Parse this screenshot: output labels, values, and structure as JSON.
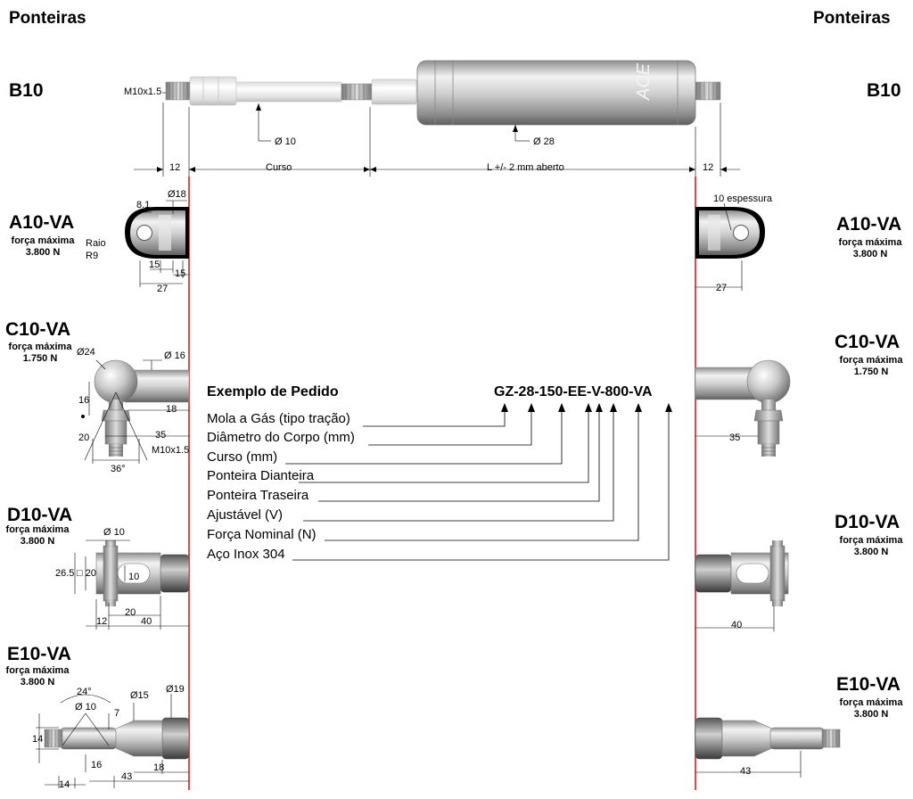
{
  "header": {
    "left_title": "Ponteiras",
    "right_title": "Ponteiras"
  },
  "b10": {
    "code": "B10",
    "thread": "M10x1.5",
    "rod_diameter": "Ø 10",
    "body_diameter": "Ø 28",
    "left_end": "12",
    "stroke": "Curso",
    "length": "L +/- 2 mm aberto",
    "right_end": "12",
    "body_brand": "ACE"
  },
  "ends": [
    {
      "code": "A10-VA",
      "force_label": "força máxima",
      "force_value": "3.800 N",
      "left_dims": {
        "d1": "8.1",
        "d2": "Ø18",
        "radius_label": "Raio",
        "radius_value": "R9",
        "d3": "15",
        "d4": "15",
        "d5": "27"
      },
      "right_dims": {
        "thickness": "10 espessura",
        "length": "27"
      }
    },
    {
      "code": "C10-VA",
      "force_label": "força máxima",
      "force_value": "1.750 N",
      "left_dims": {
        "ball": "Ø24",
        "neck": "Ø 16",
        "d1": "16",
        "d2": "18",
        "d3": "20",
        "d4": "35",
        "thread": "M10x1.5",
        "angle": "36°"
      },
      "right_dims": {
        "length": "35"
      }
    },
    {
      "code": "D10-VA",
      "force_label": "força máxima",
      "force_value": "3.800 N",
      "left_dims": {
        "pin": "Ø 10",
        "d1": "26.5",
        "d2": "□ 20",
        "d3": "10",
        "d4": "20",
        "d5": "12",
        "d6": "40"
      },
      "right_dims": {
        "length": "40"
      }
    },
    {
      "code": "E10-VA",
      "force_label": "força máxima",
      "force_value": "3.800 N",
      "left_dims": {
        "angle": "24°",
        "hole": "Ø 10",
        "d1": "Ø15",
        "d2": "Ø19",
        "d3": "7",
        "d4": "14",
        "d5": "16",
        "d6": "18",
        "d7": "14",
        "d8": "43"
      },
      "right_dims": {
        "length": "43"
      }
    }
  ],
  "order_example": {
    "title": "Exemplo de Pedido",
    "code": "GZ-28-150-EE-V-800-VA",
    "items": [
      "Mola a Gás (tipo tração)",
      "Diâmetro do Corpo (mm)",
      "Curso (mm)",
      "Ponteira Dianteira",
      "Ponteira Traseira",
      "Ajustável (V)",
      "Força Nominal (N)",
      "Aço Inox 304"
    ]
  },
  "colors": {
    "guide_line": "#e0191b",
    "metal_light": "#eeeeee",
    "metal_mid": "#b5b5b5",
    "metal_dark": "#6e6e6e",
    "rod_white": "#f4f4f4"
  }
}
